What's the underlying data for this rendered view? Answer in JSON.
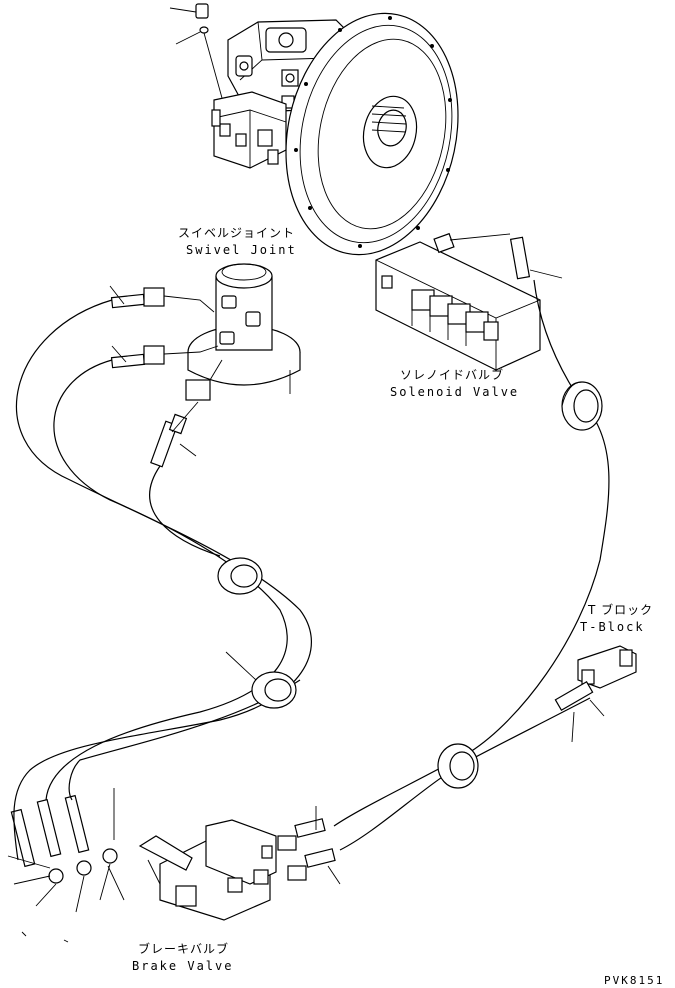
{
  "labels": {
    "swivel_joint_jp": "スイベルジョイント",
    "swivel_joint_en": "Swivel Joint",
    "solenoid_valve_jp": "ソレノイドバルブ",
    "solenoid_valve_en": "Solenoid Valve",
    "t_block_jp": "T ブロック",
    "t_block_en": "T-Block",
    "brake_valve_jp": "ブレーキバルブ",
    "brake_valve_en": "Brake Valve",
    "drawing_code": "PVK8151"
  },
  "colors": {
    "line": "#000000",
    "background": "#ffffff"
  }
}
